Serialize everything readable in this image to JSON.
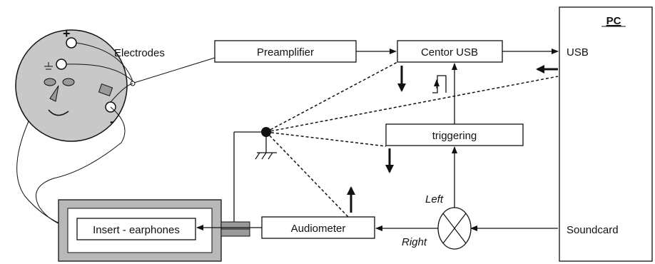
{
  "labels": {
    "pc": "PC",
    "usb": "USB",
    "soundcard": "Soundcard",
    "electrodes": "Electrodes",
    "preamplifier": "Preamplifier",
    "centor_usb": "Centor USB",
    "triggering": "triggering",
    "audiometer": "Audiometer",
    "insert_earphones": "Insert - earphones",
    "left": "Left",
    "right": "Right",
    "plus": "+",
    "minus": "-"
  },
  "colors": {
    "line": "#111111",
    "head_fill": "#c8c8c8",
    "face_feature_fill": "#9a9a9a",
    "box_outer_fill": "#b8b8b8",
    "box_inner_fill": "#ffffff",
    "connector_fill": "#9a9a9a"
  }
}
